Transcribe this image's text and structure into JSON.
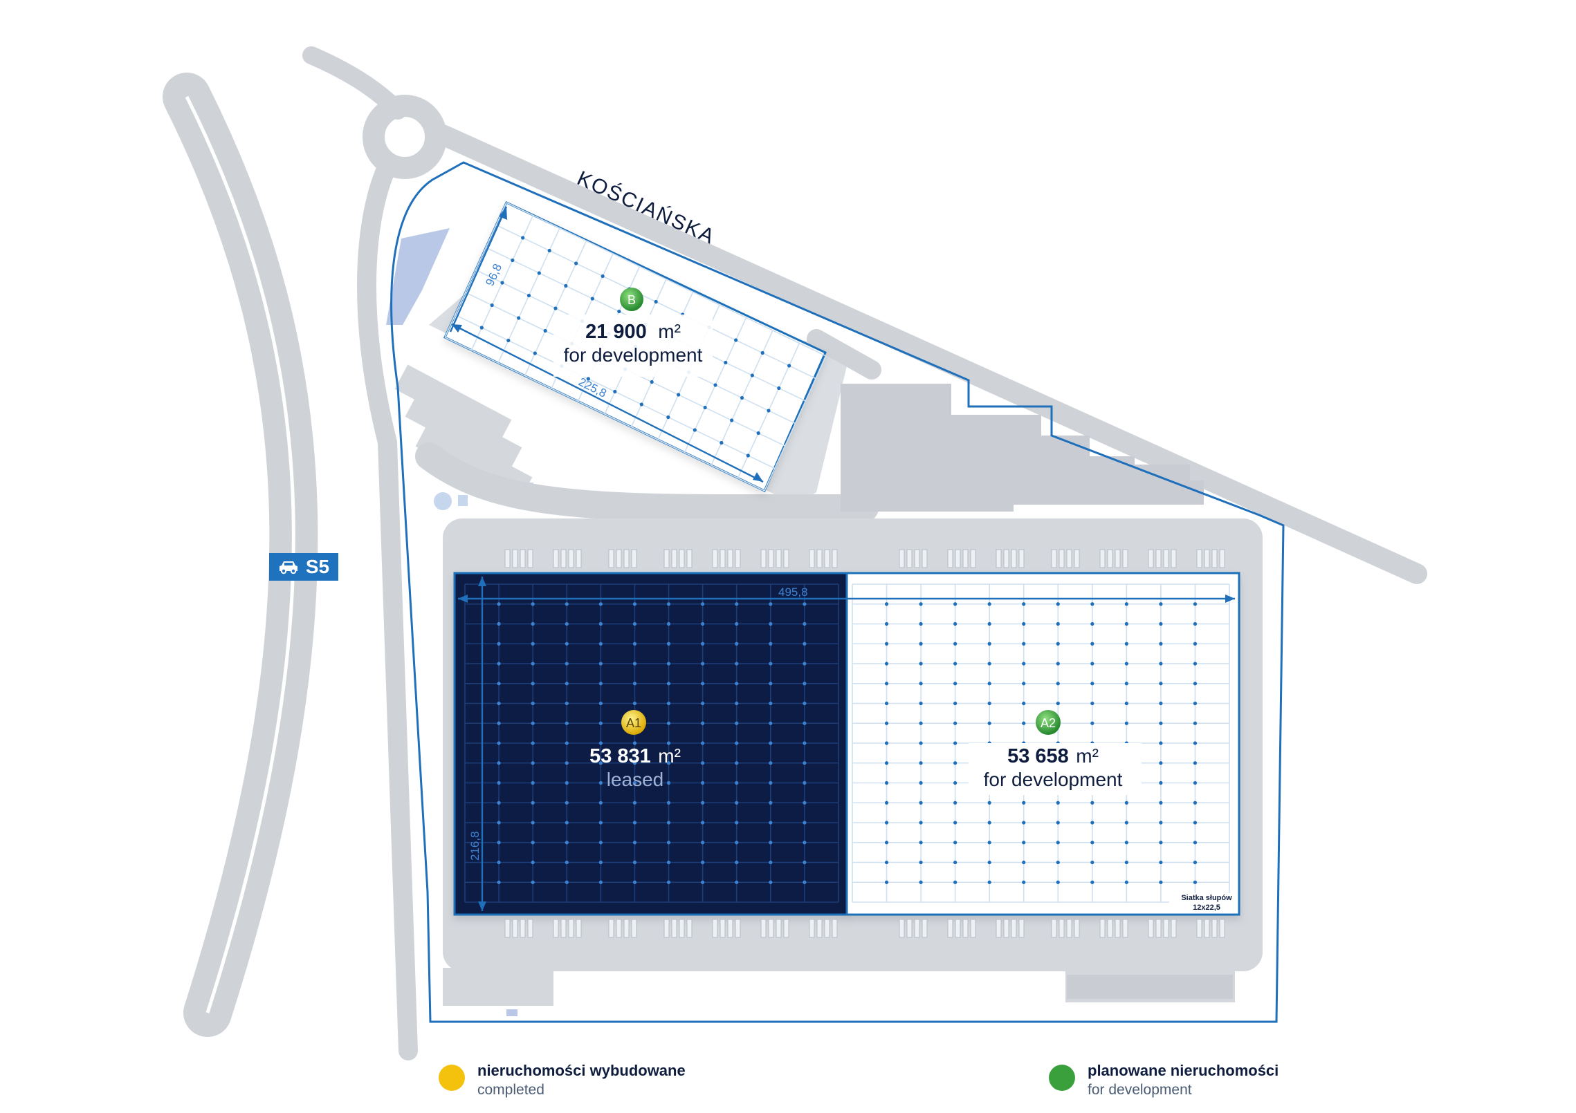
{
  "map": {
    "street_label": "KOŚCIAŃSKA",
    "highway": {
      "label": "S5",
      "icon": "car-icon",
      "color": "#1f72bd"
    },
    "dimensions": {
      "b_width": "96,8",
      "b_length": "225,8",
      "a_length": "495,8",
      "a_width": "216,8"
    },
    "grid_note_1": "Siatka słupów",
    "grid_note_2": "12x22,5"
  },
  "buildings": {
    "b": {
      "marker": "B",
      "area": "21 900",
      "unit": "m²",
      "status": "for development",
      "marker_color": "#2f9a3b"
    },
    "a1": {
      "marker": "A1",
      "area": "53 831",
      "unit": "m²",
      "status": "leased",
      "marker_color": "#e8c20b"
    },
    "a2": {
      "marker": "A2",
      "area": "53 658",
      "unit": "m²",
      "status": "for development",
      "marker_color": "#2f9a3b"
    }
  },
  "colors": {
    "leased_fill": "#071a44",
    "outline": "#1f6fba",
    "road": "#cfd3d8"
  },
  "legend": [
    {
      "title": "nieruchomości wybudowane",
      "subtitle": "completed",
      "color": "#f4c20d"
    },
    {
      "title": "planowane nieruchomości",
      "subtitle": "for development",
      "color": "#3aa03c"
    }
  ]
}
